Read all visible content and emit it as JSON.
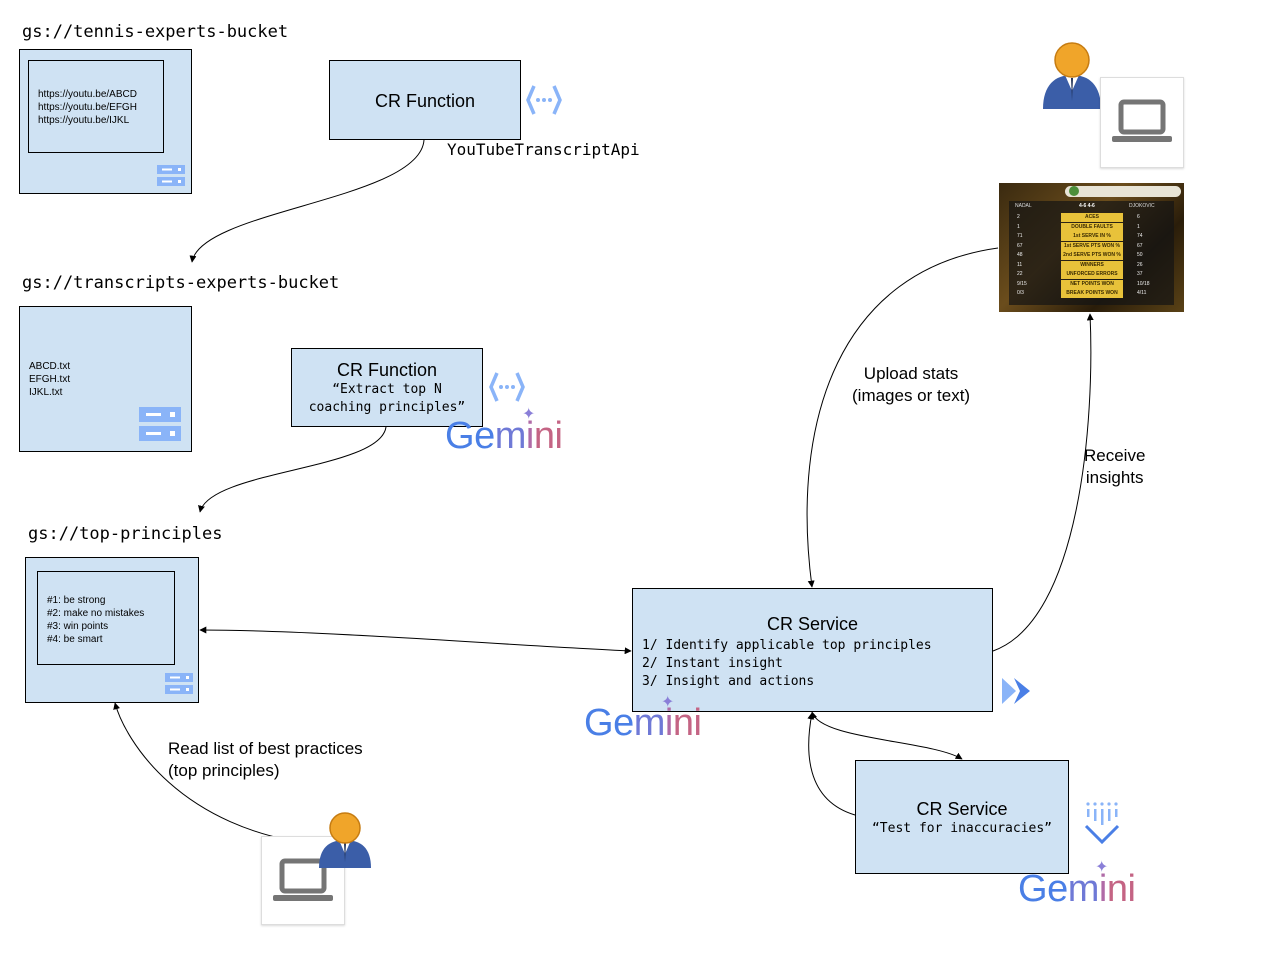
{
  "buckets": {
    "tennis": {
      "label": "gs://tennis-experts-bucket",
      "items": [
        "https://youtu.be/ABCD",
        "https://youtu.be/EFGH",
        "https://youtu.be/IJKL"
      ]
    },
    "transcripts": {
      "label": "gs://transcripts-experts-bucket",
      "items": [
        "ABCD.txt",
        "EFGH.txt",
        "IJKL.txt"
      ]
    },
    "principles": {
      "label": "gs://top-principles",
      "items": [
        "#1: be strong",
        "#2: make no mistakes",
        "#3: win points",
        "#4: be smart"
      ]
    }
  },
  "functions": {
    "fetch": {
      "title": "CR Function",
      "api_label": "YouTubeTranscriptApi"
    },
    "extract": {
      "title": "CR Function",
      "subtitle_line1": "“Extract top N",
      "subtitle_line2": "coaching principles”"
    }
  },
  "services": {
    "main": {
      "title": "CR Service",
      "steps": [
        "1/ Identify applicable top principles",
        "2/ Instant insight",
        "3/ Insight and actions"
      ]
    },
    "test": {
      "title": "CR Service",
      "subtitle": "“Test for inaccuracies”"
    }
  },
  "labels": {
    "upload_line1": "Upload stats",
    "upload_line2": "(images or text)",
    "receive_line1": "Receive",
    "receive_line2": "insights",
    "read_line1": "Read list of best practices",
    "read_line2": "(top principles)"
  },
  "brand": {
    "gemini_g": "G",
    "gemini_e": "e",
    "gemini_m": "m",
    "gemini_i1": "i",
    "gemini_n": "n",
    "gemini_i2": "i"
  },
  "scoreboard": {
    "left_player": "NADAL",
    "right_player": "DJOKOVIC",
    "score": "4-6 4-6",
    "rows": [
      "ACES",
      "DOUBLE FAULTS",
      "1st SERVE IN %",
      "1st SERVE PTS WON %",
      "2nd SERVE PTS WON %",
      "WINNERS",
      "UNFORCED ERRORS",
      "NET POINTS WON",
      "BREAK POINTS WON"
    ],
    "left_values": [
      "2",
      "1",
      "71",
      "67",
      "48",
      "11",
      "22",
      "9/15",
      "0/3"
    ],
    "right_values": [
      "6",
      "1",
      "74",
      "67",
      "50",
      "26",
      "37",
      "10/18",
      "4/11"
    ]
  },
  "colors": {
    "box_fill": "#cfe2f3",
    "gemini_blue": "#4a7fe6",
    "gemini_pink": "#c46484",
    "icon_blue": "#8ab4f8"
  },
  "icons": [
    "storage-bucket-icon",
    "cloud-functions-icon",
    "gemini-star-icon",
    "user-avatar-icon",
    "laptop-icon",
    "cloud-run-icon",
    "vertex-ai-icon"
  ]
}
